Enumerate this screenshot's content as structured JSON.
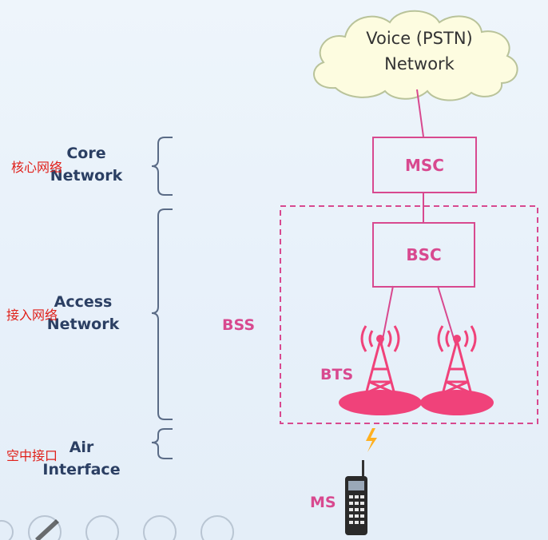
{
  "cloud": {
    "line1": "Voice (PSTN)",
    "line2": "Network"
  },
  "left_labels": {
    "core": {
      "line1": "Core",
      "line2": "Network",
      "cn": "核心网络"
    },
    "access": {
      "line1": "Access",
      "line2": "Network",
      "cn": "接入网络"
    },
    "air": {
      "line1": "Air",
      "line2": "Interface",
      "cn": "空中接口"
    }
  },
  "nodes": {
    "msc": "MSC",
    "bsc": "BSC",
    "bss": "BSS",
    "bts": "BTS",
    "ms": "MS"
  },
  "colors": {
    "accent": "#d8498f",
    "label": "#2b3f63",
    "annotation": "#e0201a"
  }
}
